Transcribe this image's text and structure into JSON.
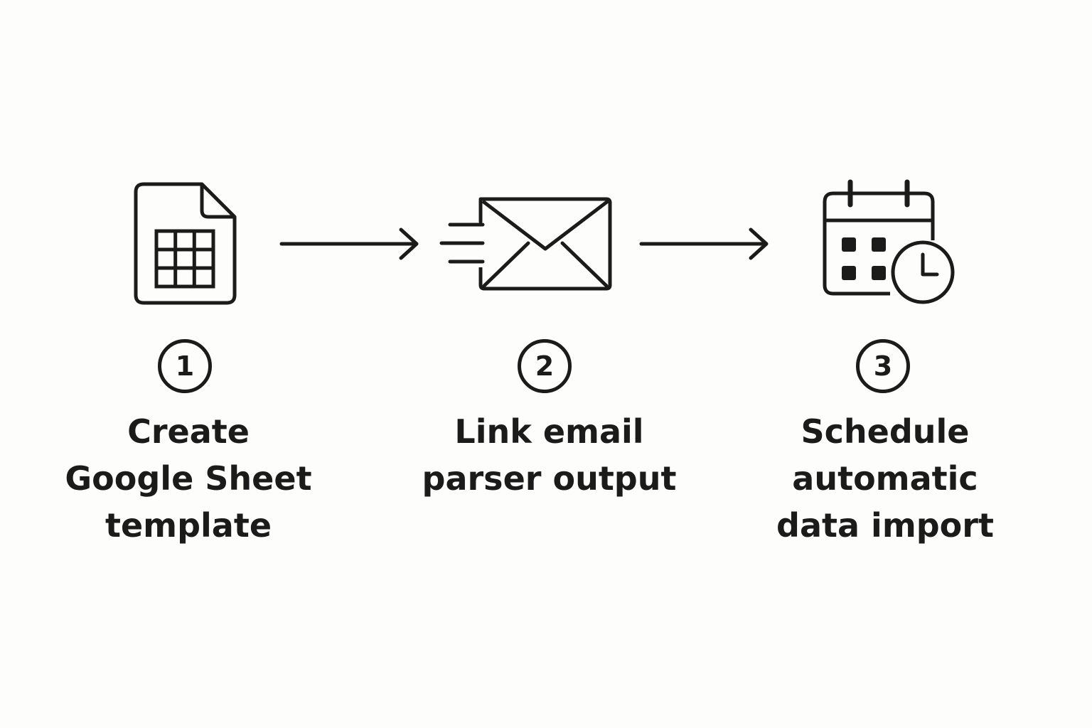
{
  "steps": [
    {
      "number": "1",
      "label": "Create\nGoogle Sheet\ntemplate",
      "icon": "spreadsheet-icon"
    },
    {
      "number": "2",
      "label": "Link email\nparser output",
      "icon": "email-icon"
    },
    {
      "number": "3",
      "label": "Schedule\nautomatic\ndata import",
      "icon": "calendar-clock-icon"
    }
  ],
  "connectors": [
    "arrow-right-icon",
    "arrow-right-icon"
  ],
  "colors": {
    "stroke": "#1b1b1b",
    "background": "#fdfdfb"
  }
}
